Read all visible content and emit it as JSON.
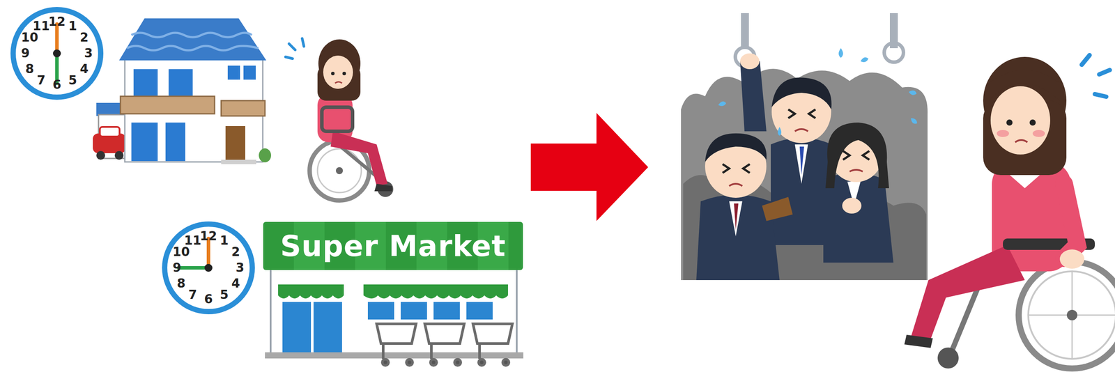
{
  "diagram": {
    "nodes": [
      {
        "text": [
          "Super Market"
        ]
      }
    ],
    "labels": [
      "12",
      "1",
      "2",
      "3",
      "4",
      "5",
      "6",
      "7",
      "8",
      "9",
      "10",
      "11",
      "12",
      "1",
      "2",
      "3",
      "4",
      "5",
      "6",
      "7",
      "8",
      "9",
      "10",
      "11"
    ]
  }
}
